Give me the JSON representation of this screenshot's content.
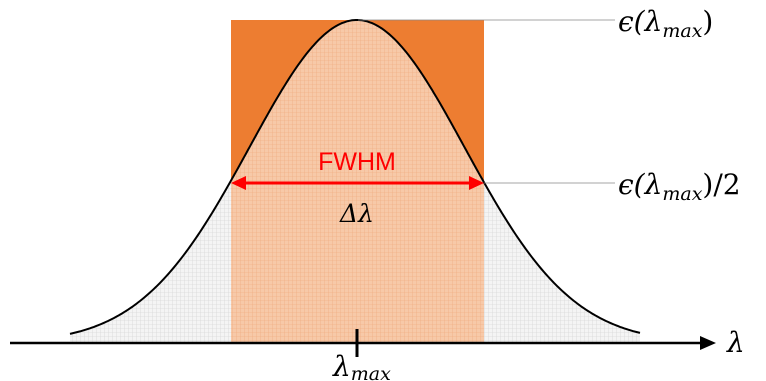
{
  "colors": {
    "rect_fill": "#ed7d31",
    "curve_stroke": "#000000",
    "fwhm_red": "#ff0000",
    "grid_under": "#f2f2f2",
    "grid_lines": "#cccccc",
    "guide_line": "#888888"
  },
  "labels": {
    "peak": "ϵ(λ",
    "peak_sub": "max",
    "peak_close": ")",
    "half": "ϵ(λ",
    "half_sub": "max",
    "half_close": ")/2",
    "fwhm": "FWHM",
    "delta_lambda": "Δλ",
    "x_axis": "λ",
    "lambda_max": "λ",
    "lambda_max_sub": "max"
  }
}
